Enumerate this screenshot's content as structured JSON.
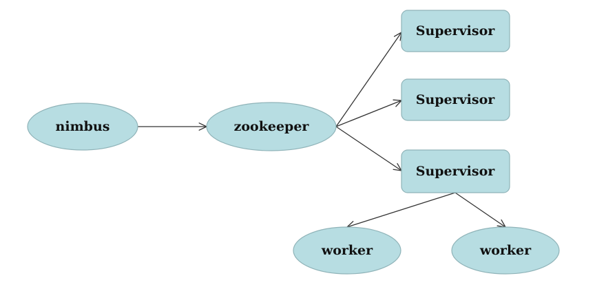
{
  "colors": {
    "node_fill": "#b7dde2",
    "node_border": "#8fb3b8",
    "edge": "#333333"
  },
  "nodes": [
    {
      "id": "nimbus",
      "label": "nimbus",
      "shape": "ellipse"
    },
    {
      "id": "zookeeper",
      "label": "zookeeper",
      "shape": "ellipse"
    },
    {
      "id": "supervisor-1",
      "label": "Supervisor",
      "shape": "rect"
    },
    {
      "id": "supervisor-2",
      "label": "Supervisor",
      "shape": "rect"
    },
    {
      "id": "supervisor-3",
      "label": "Supervisor",
      "shape": "rect"
    },
    {
      "id": "worker-1",
      "label": "worker",
      "shape": "ellipse"
    },
    {
      "id": "worker-2",
      "label": "worker",
      "shape": "ellipse"
    }
  ],
  "edges": [
    {
      "from": "nimbus",
      "to": "zookeeper"
    },
    {
      "from": "zookeeper",
      "to": "supervisor-1"
    },
    {
      "from": "zookeeper",
      "to": "supervisor-2"
    },
    {
      "from": "zookeeper",
      "to": "supervisor-3"
    },
    {
      "from": "supervisor-3",
      "to": "worker-1"
    },
    {
      "from": "supervisor-3",
      "to": "worker-2"
    }
  ]
}
